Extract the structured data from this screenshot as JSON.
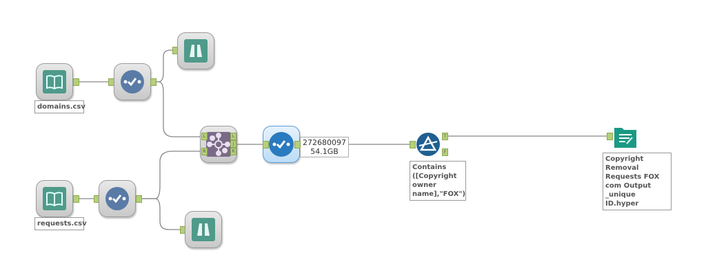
{
  "nodes": {
    "domains_input": {
      "label": "domains.csv",
      "icon": "book-icon"
    },
    "requests_input": {
      "label": "requests.csv",
      "icon": "book-icon"
    },
    "select_1": {
      "icon": "select-icon"
    },
    "select_2": {
      "icon": "select-icon"
    },
    "browse_1": {
      "icon": "binoculars-icon"
    },
    "browse_2": {
      "icon": "binoculars-icon"
    },
    "join": {
      "icon": "join-icon",
      "ports_in": [
        "L",
        "R"
      ],
      "ports_out": [
        "L",
        "J",
        "R"
      ]
    },
    "select_main": {
      "icon": "select-icon",
      "record_count": "272680097",
      "size": "54.1GB"
    },
    "filter": {
      "icon": "filter-icon",
      "label": "Contains ([Copyright owner name],\"FOX\")",
      "ports_out": [
        "T",
        "F"
      ]
    },
    "output": {
      "icon": "output-icon",
      "label": "Copyright Removal Requests FOX com Output _unique ID.hyper"
    }
  },
  "colors": {
    "teal": "#4f9a8a",
    "select_blue": "#5a7ba6",
    "active_blue": "#2a7ac0",
    "filter_blue": "#1f5f91",
    "output_teal": "#1a9a84",
    "port": "#b5cf7a"
  }
}
